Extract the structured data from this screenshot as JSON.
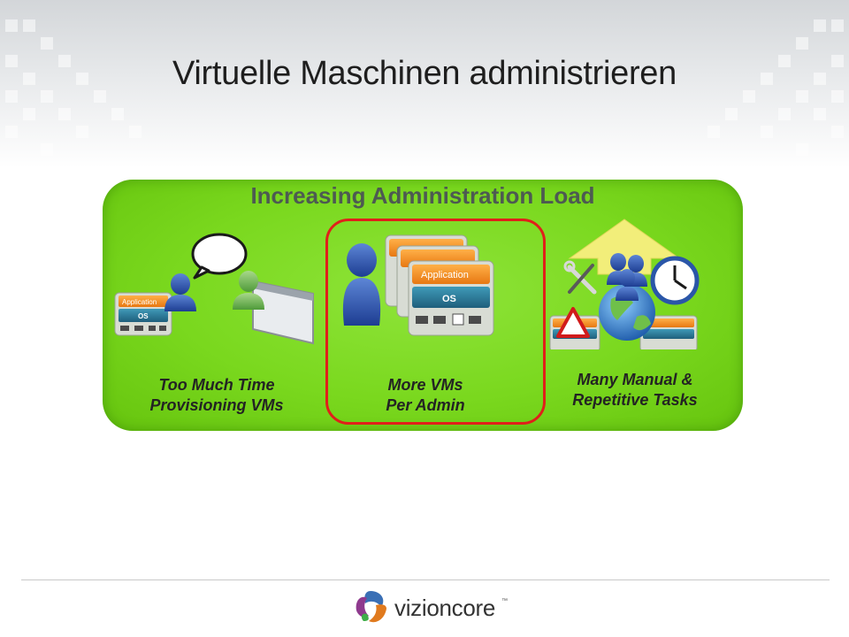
{
  "slide": {
    "title": "Virtuelle Maschinen administrieren"
  },
  "diagram": {
    "heading": "Increasing Administration Load",
    "vm_labels": {
      "application": "Application",
      "os": "OS"
    },
    "columns": [
      {
        "caption_line1": "Too Much Time",
        "caption_line2": "Provisioning VMs"
      },
      {
        "caption_line1": "More VMs",
        "caption_line2": "Per Admin"
      },
      {
        "caption_line1": "Many Manual &",
        "caption_line2": "Repetitive Tasks"
      }
    ]
  },
  "footer": {
    "logo_text": "vizioncore",
    "trademark": "™"
  },
  "colors": {
    "panel": "#7ad81e",
    "highlight": "#e0201a",
    "app_layer": "#f08a1c",
    "os_layer": "#2c7a9a"
  }
}
